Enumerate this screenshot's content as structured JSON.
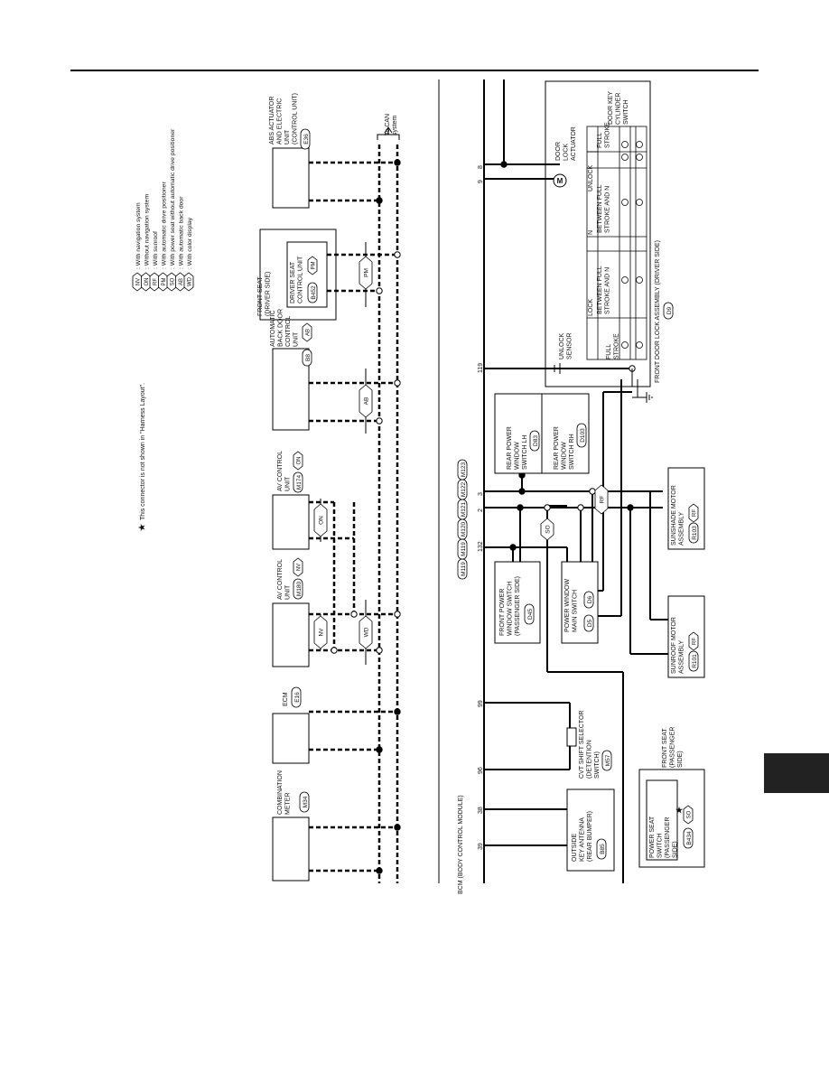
{
  "note": "This connector is not shown in \"Harness Layout\".",
  "legend": [
    {
      "code": "NV",
      "text": ": With navigation system"
    },
    {
      "code": "ON",
      "text": ": Without navigation system"
    },
    {
      "code": "RF",
      "text": ": With sunroof"
    },
    {
      "code": "PM",
      "text": ": With automatic drive positioner"
    },
    {
      "code": "SO",
      "text": ": With power seat without automatic drive positioner"
    },
    {
      "code": "AB",
      "text": ": With automatic back door"
    },
    {
      "code": "WD",
      "text": ": With color display"
    }
  ],
  "can": {
    "label1": "To CAN",
    "label2": "system"
  },
  "units": {
    "meter": {
      "l1": "COMBINATION",
      "l2": "METER",
      "conn": "M34"
    },
    "ecm": {
      "l1": "ECM",
      "conn": "E16"
    },
    "av1": {
      "l1": "AV CONTROL",
      "l2": "UNIT",
      "conn": "M180",
      "opt": "NV"
    },
    "av2": {
      "l1": "AV CONTROL",
      "l2": "UNIT",
      "conn": "M174",
      "opt": "ON"
    },
    "backdoor": {
      "l1": "AUTOMATIC",
      "l2": "BACK DOOR",
      "l3": "CONTROL",
      "l4": "UNIT",
      "conn": "B8",
      "opt": "AB"
    },
    "seat": {
      "o1": "FRONT SEAT",
      "o2": "(DRIVER SIDE)",
      "i1": "DRIVER SEAT",
      "i2": "CONTROL UNIT",
      "conn": "B452",
      "opt": "PM"
    },
    "abs": {
      "l1": "ABS ACTUATOR",
      "l2": "AND ELECTRIC",
      "l3": "UNIT",
      "l4": "(CONTROL UNIT)",
      "conn": "E36"
    }
  },
  "bus_tags": {
    "nv": "NV",
    "wd": "WD",
    "on": "ON",
    "ab": "AB",
    "pm": "PM"
  },
  "bcm": {
    "label": "BCM (BODY CONTROL MODULE)",
    "conns": [
      "M119",
      "M119",
      "M120",
      "M121",
      "M122",
      "M123"
    ]
  },
  "pins": [
    "39",
    "38",
    "96",
    "99",
    "132",
    "2",
    "3",
    "119",
    "9",
    "8"
  ],
  "comps": {
    "antenna": {
      "l1": "OUTSIDE",
      "l2": "KEY ANTENNA",
      "l3": "(REAR BUMPER)",
      "conn": "B85"
    },
    "cvt": {
      "l1": "CVT SHIFT SELECTOR",
      "l2": "(DETENTION",
      "l3": "SWITCH)",
      "conn": "M57"
    },
    "fpws": {
      "l1": "FRONT POWER",
      "l2": "WINDOW SWITCH",
      "l3": "(PASSENGER SIDE)",
      "conn": "D45"
    },
    "pwms": {
      "l1": "POWER WINDOW",
      "l2": "MAIN SWITCH",
      "conn1": "D5",
      "conn2": "D6"
    },
    "rpwlh": {
      "l1": "REAR POWER",
      "l2": "WINDOW",
      "l3": "SWITCH LH",
      "conn": "D83"
    },
    "rpwrh": {
      "l1": "REAR POWER",
      "l2": "WINDOW",
      "l3": "SWITCH RH",
      "conn": "D103"
    },
    "sunroof": {
      "l1": "SUNROOF MOTOR",
      "l2": "ASSEMBLY",
      "conn": "R101",
      "opt": "RF"
    },
    "sunshade": {
      "l1": "SUNSHADE MOTOR",
      "l2": "ASSEMBLY",
      "conn": "R103",
      "opt": "RF"
    },
    "pseat": {
      "o1": "FRONT SEAT",
      "o2": "(PASSENGER",
      "o3": "SIDE)",
      "i1": "POWER SEAT",
      "i2": "SWITCH",
      "i3": "(PASSENGER",
      "i4": "SIDE)",
      "conn": "B434",
      "opt": "SO"
    }
  },
  "wire_tags": {
    "so": "SO",
    "rf": "RF"
  },
  "door": {
    "title": "FRONT DOOR LOCK ASSEMBLY (DRIVER SIDE)",
    "conn": "D9",
    "actuator": [
      "DOOR",
      "LOCK",
      "ACTUATOR"
    ],
    "sensor": [
      "UNLOCK",
      "SENSOR"
    ],
    "table": {
      "lock": "LOCK",
      "n": "N",
      "unlock": "UNLOCK",
      "full": [
        "FULL",
        "STROKE"
      ],
      "between": [
        "BETWEEN FULL",
        "STROKE AND N"
      ],
      "keycyl": [
        "DOOR KEY",
        "CYLINDER",
        "SWITCH"
      ]
    }
  }
}
